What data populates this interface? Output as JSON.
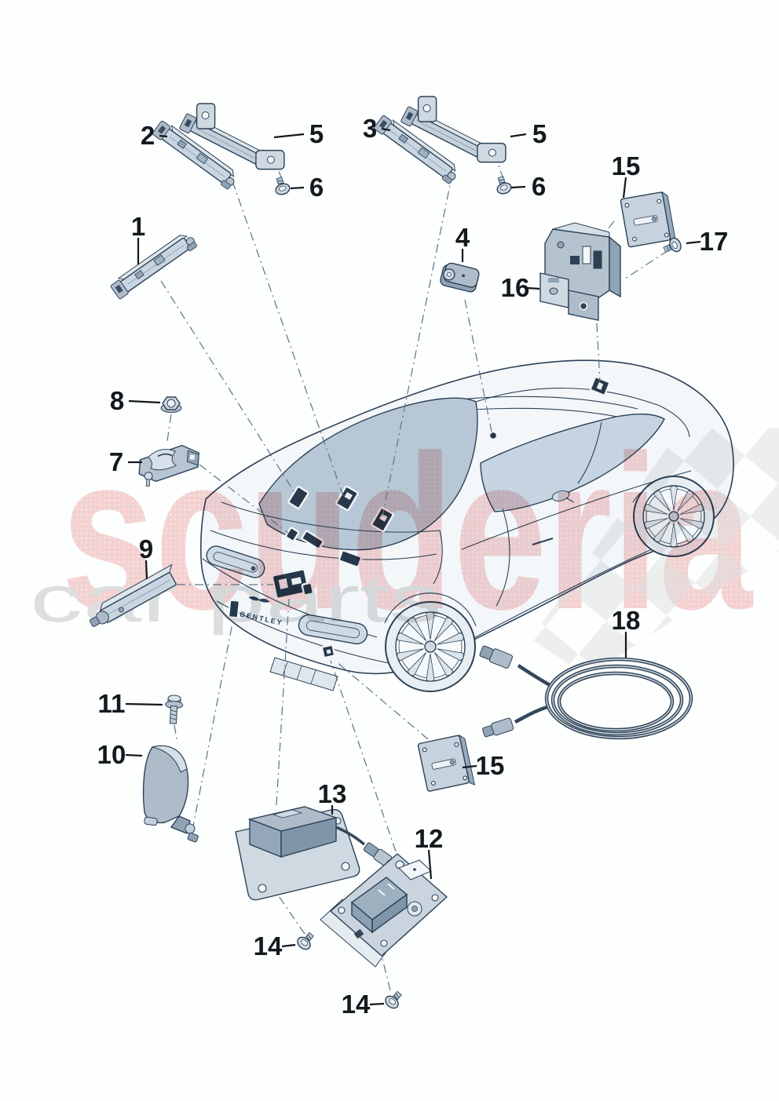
{
  "watermark": {
    "word_main": "scuderia",
    "word_sub": "car parts"
  },
  "car": {
    "badge_text": "BENTLEY"
  },
  "colors": {
    "outline": "#2c4257",
    "part_fill": "#cfd9e2",
    "dark_component": "#263849",
    "watermark_pink": "#f5caca",
    "watermark_gray": "#dadada",
    "checker_gray": "#d9d9d9"
  },
  "callouts": [
    {
      "label": "1"
    },
    {
      "label": "2"
    },
    {
      "label": "3"
    },
    {
      "label": "4"
    },
    {
      "label": "5"
    },
    {
      "label": "5"
    },
    {
      "label": "6"
    },
    {
      "label": "6"
    },
    {
      "label": "7"
    },
    {
      "label": "8"
    },
    {
      "label": "9"
    },
    {
      "label": "10"
    },
    {
      "label": "11"
    },
    {
      "label": "12"
    },
    {
      "label": "13"
    },
    {
      "label": "14"
    },
    {
      "label": "14"
    },
    {
      "label": "15"
    },
    {
      "label": "15"
    },
    {
      "label": "16"
    },
    {
      "label": "17"
    },
    {
      "label": "18"
    }
  ]
}
